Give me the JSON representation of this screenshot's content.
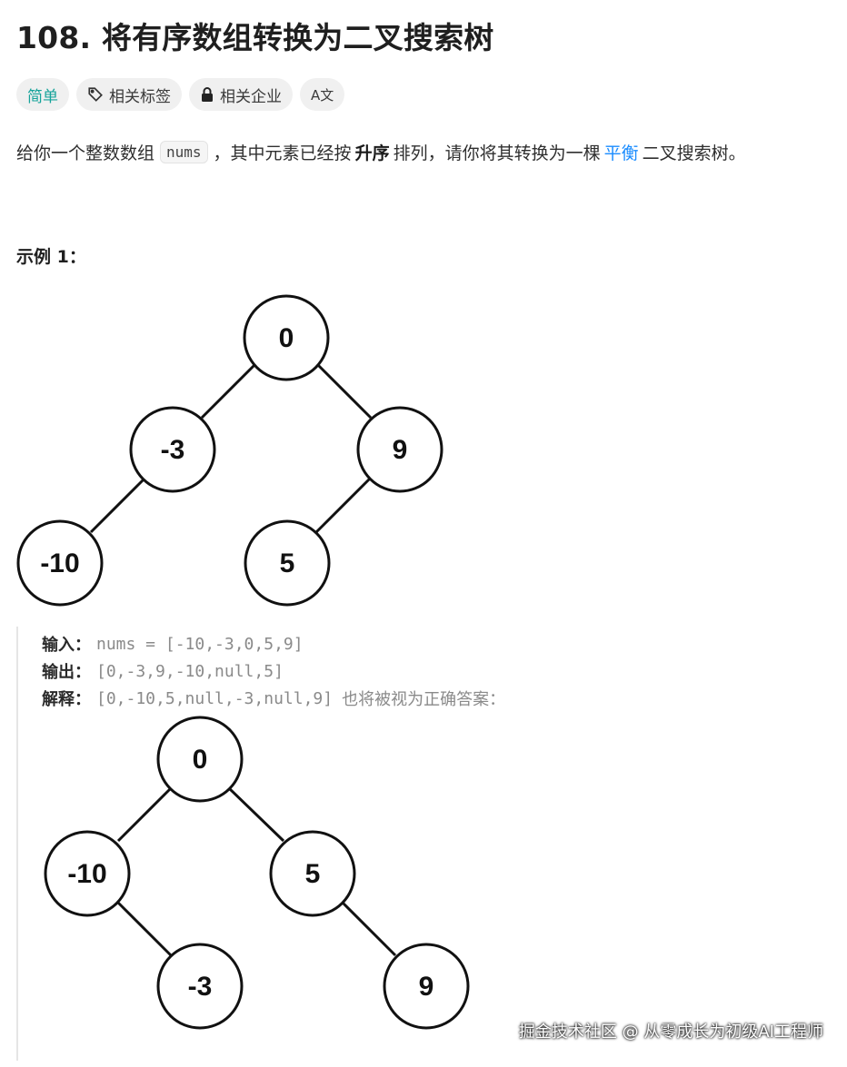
{
  "problem": {
    "title": "108. 将有序数组转换为二叉搜索树",
    "tags": {
      "difficulty": "简单",
      "related_tags": "相关标签",
      "related_companies": "相关企业",
      "translate": "A文"
    },
    "description": {
      "part1": "给你一个整数数组",
      "code": "nums",
      "part2": "，其中元素已经按",
      "bold": "升序",
      "part3": "排列，请你将其转换为一棵",
      "link": "平衡",
      "part4": "二叉搜索树。"
    }
  },
  "example": {
    "title": "示例 1：",
    "tree1": {
      "root": "0",
      "left": "-3",
      "right": "9",
      "left_left": "-10",
      "right_left": "5"
    },
    "input_label": "输入：",
    "input_value": "nums = [-10,-3,0,5,9]",
    "output_label": "输出：",
    "output_value": "[0,-3,9,-10,null,5]",
    "explain_label": "解释：",
    "explain_value": "[0,-10,5,null,-3,null,9]",
    "explain_text": "也将被视为正确答案：",
    "tree2": {
      "root": "0",
      "left": "-10",
      "right": "5",
      "left_right": "-3",
      "right_right": "9"
    }
  },
  "watermark": "掘金技术社区 @ 从零成长为初级AI工程师"
}
